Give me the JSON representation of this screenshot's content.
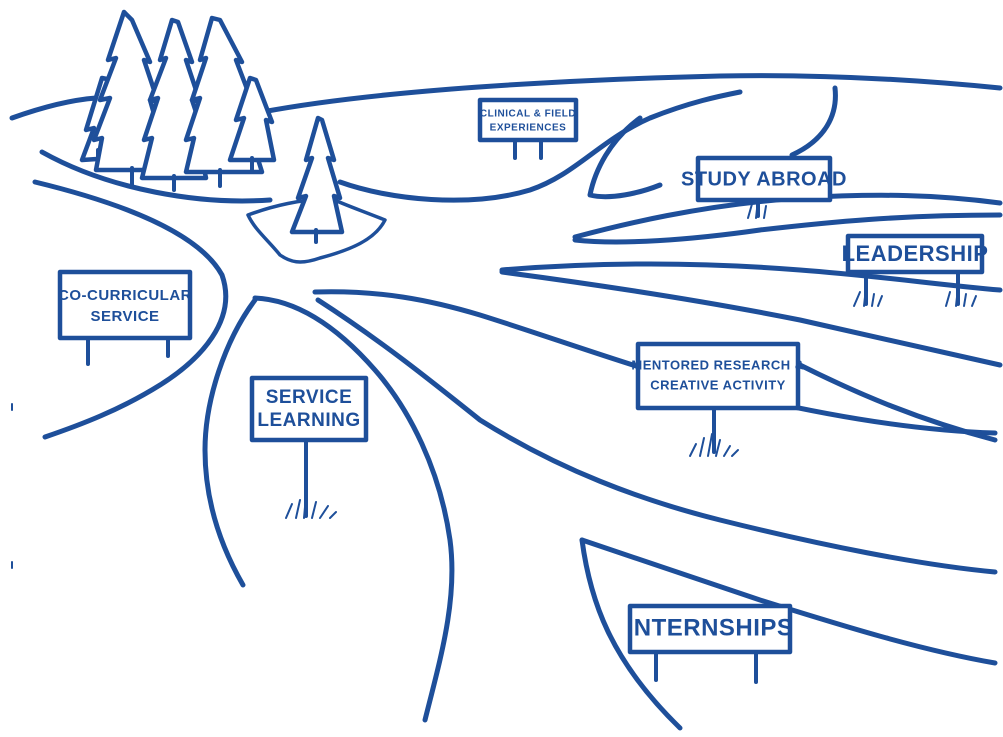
{
  "colors": {
    "ink": "#1e4f9a",
    "background": "#ffffff"
  },
  "icons": [
    "pine-tree-icon",
    "grass-tuft-icon"
  ],
  "signs": {
    "clinical": {
      "line1": "CLINICAL & FIELD",
      "line2": "EXPERIENCES"
    },
    "study_abroad": {
      "line1": "STUDY ABROAD"
    },
    "leadership": {
      "line1": "LEADERSHIP"
    },
    "co_curricular": {
      "line1": "CO-CURRICULAR",
      "line2": "SERVICE"
    },
    "service_learning": {
      "line1": "SERVICE",
      "line2": "LEARNING"
    },
    "mentored_research": {
      "line1": "MENTORED RESEARCH &",
      "line2": "CREATIVE ACTIVITY"
    },
    "internships": {
      "line1": "INTERNSHIPS"
    }
  }
}
